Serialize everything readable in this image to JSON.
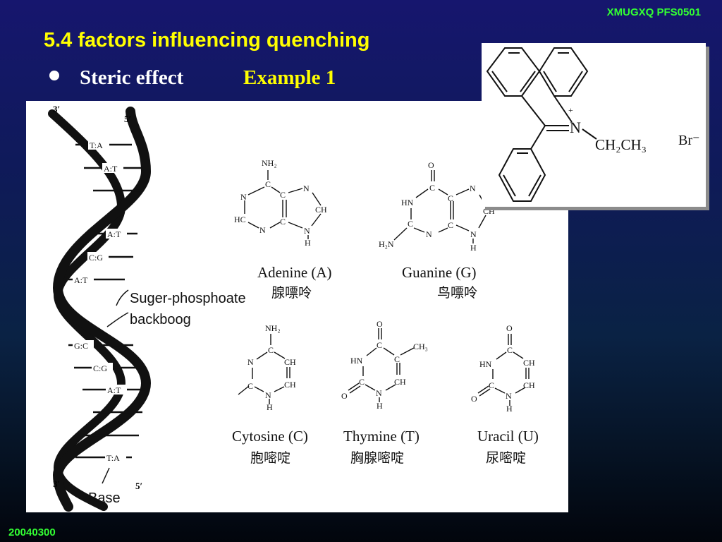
{
  "header_code": "XMUGXQ  PFS0501",
  "footer_code": "20040300",
  "title": "5.4 factors influencing quenching",
  "bullet_text": "Steric effect",
  "example_text": "Example 1",
  "helix": {
    "end_3_top": "3′",
    "end_5_top": "5′",
    "end_3_bottom": "3′",
    "end_5_bottom": "5′",
    "pairs": [
      "T:A",
      "A:T",
      "A:T",
      "C:G",
      "A:T",
      "G:C",
      "C:G",
      "A:T",
      "T:A"
    ],
    "backbone_label": [
      "Suger-phosphoate",
      "backboog"
    ],
    "base_label": "Base"
  },
  "bases": [
    {
      "name": "Adenine (A)",
      "chinese": "腺嘌呤"
    },
    {
      "name": "Guanine (G)",
      "chinese": "鸟嘌呤"
    },
    {
      "name": "Cytosine (C)",
      "chinese": "胞嘧啶"
    },
    {
      "name": "Thymine (T)",
      "chinese": "胸腺嘧啶"
    },
    {
      "name": "Uracil (U)",
      "chinese": "尿嘧啶"
    }
  ],
  "atoms": {
    "nh2": "NH₂",
    "h2n": "H₂N",
    "n": "N",
    "c": "C",
    "ch": "CH",
    "hc": "HC",
    "h": "H",
    "hn": "HN",
    "o": "O",
    "ch3": "CH₃"
  },
  "molecule": {
    "plus": "+",
    "n": "N",
    "ethyl": "CH₂CH₃",
    "counterion": "Br⁻"
  }
}
